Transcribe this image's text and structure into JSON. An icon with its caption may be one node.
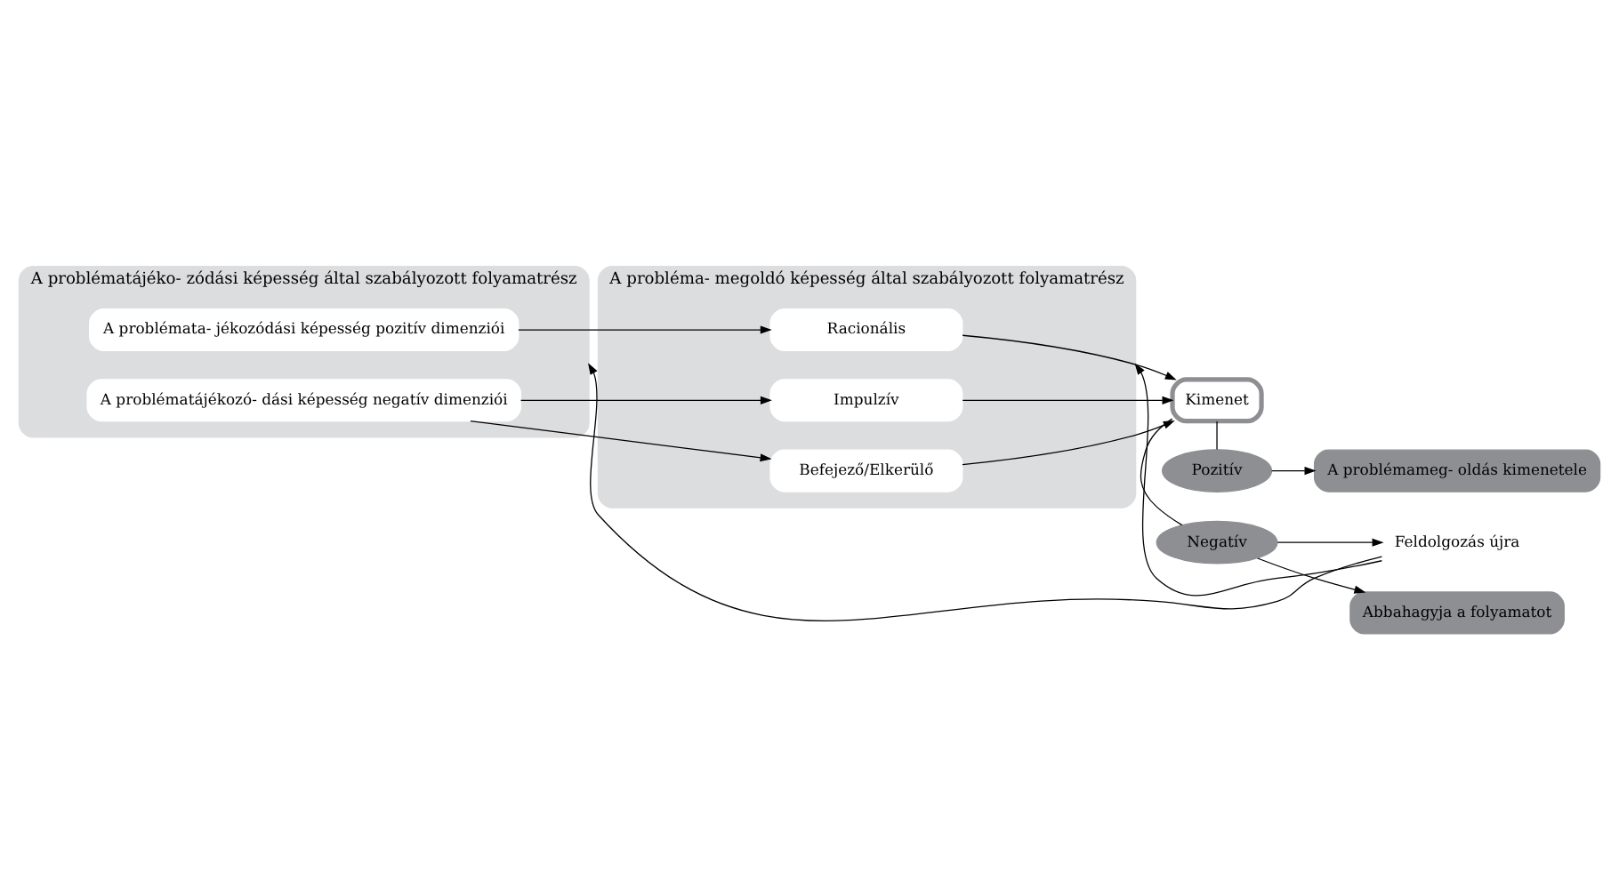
{
  "diagram": {
    "nodes": [
      {
        "text": [
          "A problématájéko- zódási képesség által szabályozott folyamatrész"
        ]
      },
      {
        "text": [
          "A problémata- jékozódási képesség pozitív dimenziói"
        ],
        "in": 0
      },
      {
        "text": [
          "A problématájékozó- dási képesség negatív dimenziói"
        ],
        "in": 0
      },
      {
        "text": [
          "A probléma- megoldó képesség által szabályozott folyamatrész"
        ]
      },
      {
        "text": [
          "Racionális"
        ],
        "in": 3
      },
      {
        "text": [
          "Impulzív"
        ],
        "in": 3
      },
      {
        "text": [
          "Befejező/Elkerülő"
        ],
        "in": 3
      },
      {
        "text": [
          "Kimenet"
        ]
      },
      {
        "text": [
          "Negatív"
        ]
      },
      {
        "text": [
          "Pozitív"
        ]
      },
      {
        "text": [
          "Feldolgozás újra"
        ]
      },
      {
        "text": [
          "Abbahagyja a folyamatot"
        ]
      },
      {
        "text": [
          "A problémameg- oldás kimenetele"
        ]
      }
    ],
    "edges": [
      {
        "from": 1,
        "to": 4,
        "arrow": "to"
      },
      {
        "from": 2,
        "to": 5,
        "arrow": "to"
      },
      {
        "from": 2,
        "to": 6,
        "arrow": "to"
      },
      {
        "from": 4,
        "to": 7,
        "arrow": "to"
      },
      {
        "from": 5,
        "to": 7,
        "arrow": "to"
      },
      {
        "from": 6,
        "to": 7,
        "arrow": "to"
      },
      {
        "from": 7,
        "to": 8,
        "arrow": "none"
      },
      {
        "from": 8,
        "to": 10,
        "arrow": "to"
      },
      {
        "from": 8,
        "to": 11,
        "arrow": "to"
      },
      {
        "from": 10,
        "to": 0,
        "arrow": "to"
      },
      {
        "from": 10,
        "to": 3,
        "arrow": "to"
      },
      {
        "from": 7,
        "to": 9,
        "arrow": "none"
      },
      {
        "from": 9,
        "to": 12,
        "arrow": "to"
      }
    ]
  }
}
